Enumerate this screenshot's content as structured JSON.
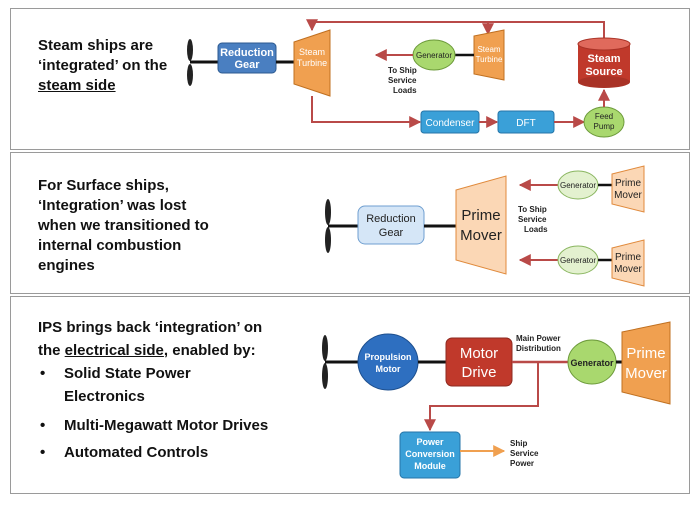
{
  "panel1": {
    "line1": "Steam ships are",
    "line2": "‘integrated’ on the",
    "line3": "steam side",
    "reduction_gear": [
      "Reduction",
      "Gear"
    ],
    "steam_turbine": [
      "Steam",
      "Turbine"
    ],
    "generator": "Generator",
    "steam_turbine_small": [
      "Steam",
      "Turbine"
    ],
    "steam_source": [
      "Steam",
      "Source"
    ],
    "to_ship_service": [
      "To Ship",
      "Service",
      "Loads"
    ],
    "condenser": "Condenser",
    "dft": "DFT",
    "feed_pump": [
      "Feed",
      "Pump"
    ]
  },
  "panel2": {
    "line1": "For Surface ships,",
    "line2": "‘Integration’ was lost",
    "line3": "when we transitioned to",
    "line4": "internal combustion",
    "line5": "engines",
    "reduction_gear": [
      "Reduction",
      "Gear"
    ],
    "prime_mover": [
      "Prime",
      "Mover"
    ],
    "to_ship_service": [
      "To Ship",
      "Service",
      "Loads"
    ],
    "generator": "Generator",
    "prime_mover_small": [
      "Prime",
      "Mover"
    ]
  },
  "panel3": {
    "line1": "IPS brings back ‘integration’ on",
    "line2_prefix": "the ",
    "line2_ul": "electrical side",
    "line2_suffix": ", enabled by:",
    "bullets": [
      "Solid State Power",
      "Electronics",
      "Multi-Megawatt Motor Drives",
      "Automated Controls"
    ],
    "propulsion_motor": [
      "Propulsion",
      "Motor"
    ],
    "motor_drive": [
      "Motor",
      "Drive"
    ],
    "main_power": [
      "Main Power",
      "Distribution"
    ],
    "generator": "Generator",
    "prime_mover": [
      "Prime",
      "Mover"
    ],
    "pcm": [
      "Power",
      "Conversion",
      "Module"
    ],
    "ship_service": [
      "Ship",
      "Service",
      "Power"
    ]
  },
  "colors": {
    "blue_box": "#4a7fc1",
    "orange": "#f0a050",
    "green": "#a9d86e",
    "red": "#c0392b",
    "teal": "#3aa0d8",
    "arrow": "#b94a48",
    "light_orange": "#fbd7b5",
    "light_blue": "#d5e6f7",
    "light_green": "#e3f1cf"
  }
}
